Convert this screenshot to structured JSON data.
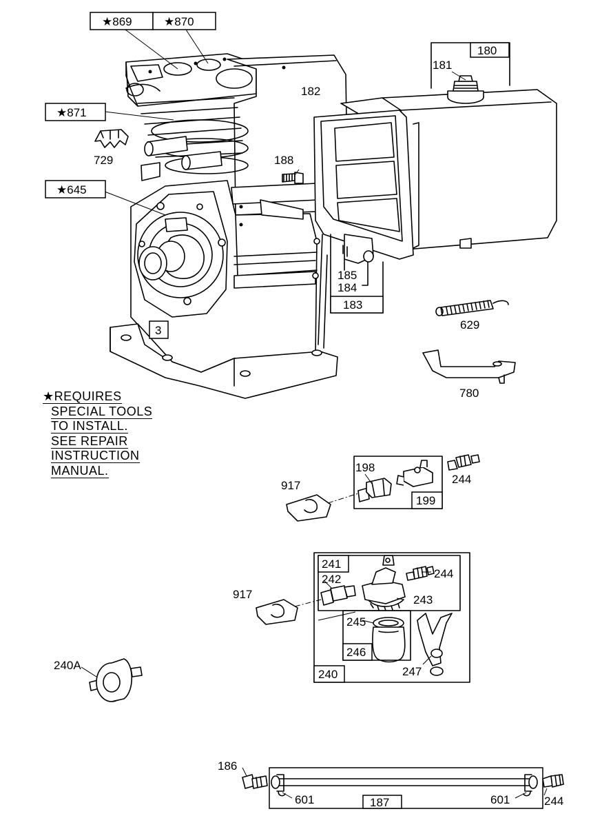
{
  "callouts": {
    "p869": "★869",
    "p870": "★870",
    "p871": "★871",
    "p645": "★645",
    "p3": "3",
    "p729": "729",
    "p180": "180",
    "p181": "181",
    "p182": "182",
    "p183": "183",
    "p184": "184",
    "p185": "185",
    "p188": "188",
    "p629": "629",
    "p780": "780",
    "p917a": "917",
    "p198": "198",
    "p199": "199",
    "p244a": "244",
    "p917b": "917",
    "p241": "241",
    "p242": "242",
    "p243": "243",
    "p244b": "244",
    "p245": "245",
    "p246": "246",
    "p247": "247",
    "p240": "240",
    "p240A": "240A",
    "p186": "186",
    "p601a": "601",
    "p187": "187",
    "p601b": "601",
    "p244c": "244"
  },
  "note": {
    "line1": "★REQUIRES",
    "line2": "SPECIAL TOOLS",
    "line3": "TO INSTALL.",
    "line4": "SEE REPAIR",
    "line5": "INSTRUCTION",
    "line6": "MANUAL."
  }
}
